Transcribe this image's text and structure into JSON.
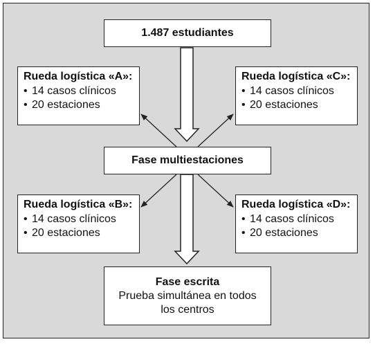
{
  "top_box": {
    "label": "1.487 estudiantes"
  },
  "center_box": {
    "label": "Fase multiestaciones"
  },
  "wheels": [
    {
      "id": "A",
      "title": "Rueda logística «A»:",
      "items": [
        "14 casos clínicos",
        "20 estaciones"
      ]
    },
    {
      "id": "C",
      "title": "Rueda logística «C»:",
      "items": [
        "14 casos clínicos",
        "20 estaciones"
      ]
    },
    {
      "id": "B",
      "title": "Rueda logística «B»:",
      "items": [
        "14 casos clínicos",
        "20 estaciones"
      ]
    },
    {
      "id": "D",
      "title": "Rueda logística «D»:",
      "items": [
        "14 casos clínicos",
        "20 estaciones"
      ]
    }
  ],
  "bottom_box": {
    "title": "Fase escrita",
    "line1": "Prueba simultánea en todos",
    "line2": "los centros"
  },
  "bullet_symbol": "•",
  "colors": {
    "frame_bg": "#d9d9d9",
    "box_bg": "#ffffff",
    "stroke": "#222222"
  }
}
